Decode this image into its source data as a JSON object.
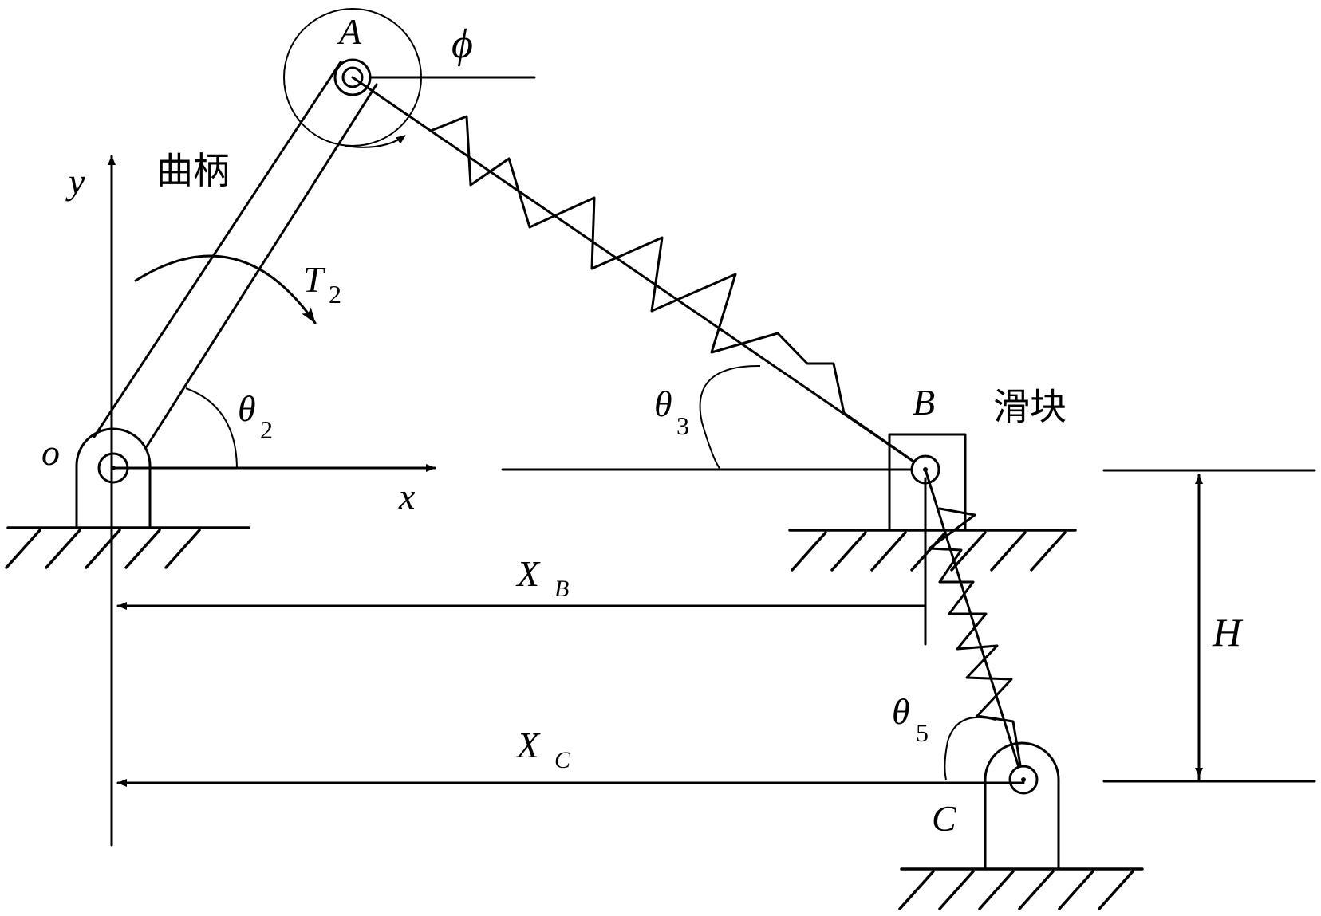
{
  "labels": {
    "A": "A",
    "B": "B",
    "C": "C",
    "o": "o",
    "x": "x",
    "y": "y",
    "phi": "ϕ",
    "T": "T",
    "T_sub": "2",
    "theta2": "θ",
    "theta2_sub": "2",
    "theta3": "θ",
    "theta3_sub": "3",
    "theta5": "θ",
    "theta5_sub": "5",
    "XB": "X",
    "XB_sub": "B",
    "XC": "X",
    "XC_sub": "C",
    "H": "H",
    "crank": "曲柄",
    "slider": "滑块"
  }
}
